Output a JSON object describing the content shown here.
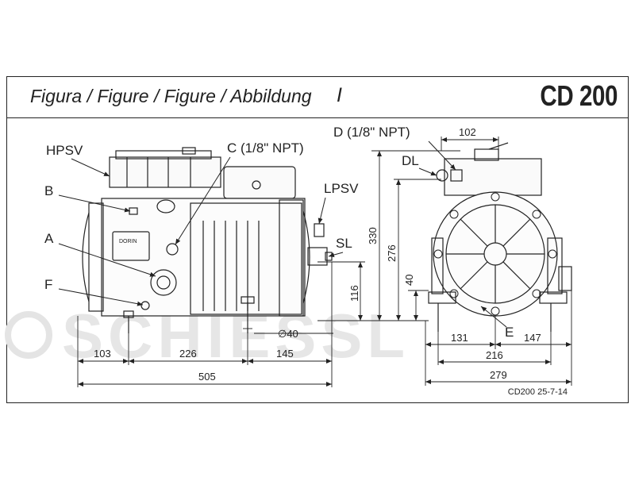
{
  "header": {
    "title": "Figura / Figure / Figure / Abbildung",
    "roman": "I",
    "model": "CD 200"
  },
  "watermark": "SCHIESSL",
  "labels": {
    "hpsv": "HPSV",
    "b": "B",
    "a": "A",
    "f": "F",
    "c": "C (1/8\" NPT)",
    "lpsv": "LPSV",
    "sl": "SL",
    "d": "D (1/8\" NPT)",
    "dl": "DL",
    "e": "E",
    "nameplate": "DORIN"
  },
  "dimensions": {
    "d103": "103",
    "d226": "226",
    "d145": "145",
    "d505": "505",
    "d40dia": "∅40",
    "d116": "116",
    "d330": "330",
    "d276": "276",
    "d40": "40",
    "d102": "102",
    "d131": "131",
    "d147": "147",
    "d216": "216",
    "d279": "279"
  },
  "revision": "CD200 25-7-14",
  "colors": {
    "line": "#222222",
    "watermark": "#e6e6e6"
  }
}
